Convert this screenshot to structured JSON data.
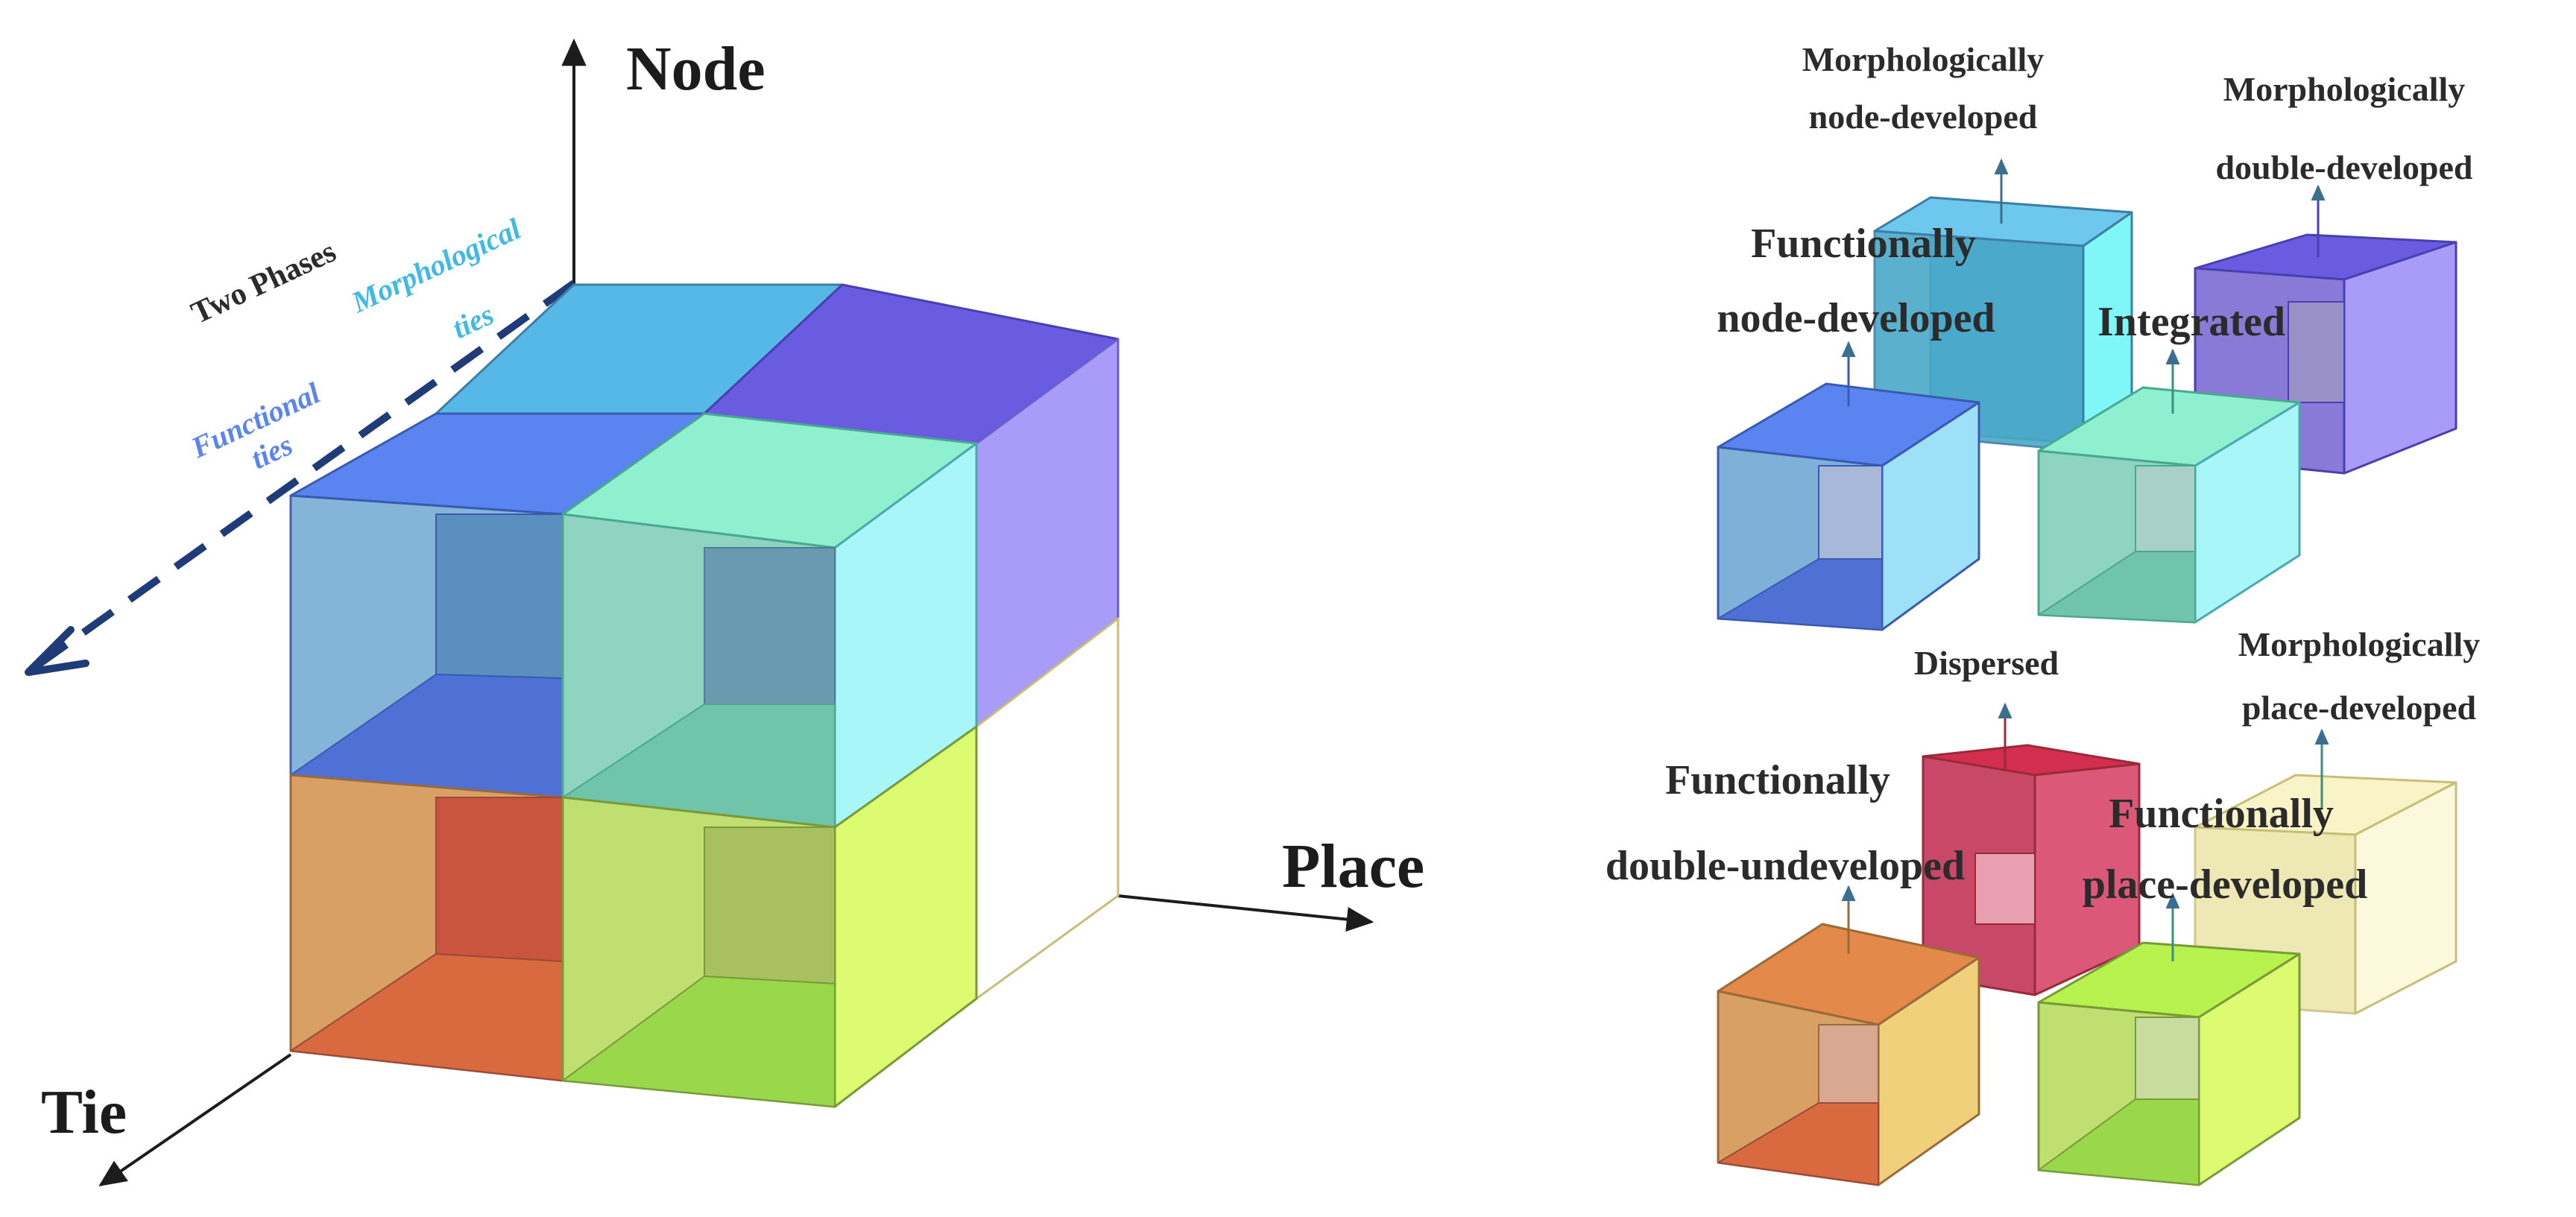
{
  "axes": {
    "node": "Node",
    "place": "Place",
    "tie": "Tie"
  },
  "phases": {
    "title": "Two Phases",
    "morphological": [
      "Morphological",
      "ties"
    ],
    "functional": [
      "Functional",
      "ties"
    ]
  },
  "categories": {
    "morph_node": [
      "Morphologically",
      "node-developed"
    ],
    "morph_double": [
      "Morphologically",
      "double-developed"
    ],
    "func_node": [
      "Functionally",
      "node-developed"
    ],
    "integrated": "Integrated",
    "dispersed": "Dispersed",
    "morph_place": [
      "Morphologically",
      "place-developed"
    ],
    "func_double_undev": [
      "Functionally",
      "double-undeveloped"
    ],
    "func_place": [
      "Functionally",
      "place-developed"
    ]
  },
  "colors": {
    "sky_blue": "#56b8e6",
    "royal_blue": "#5a85f0",
    "violet": "#6a5ce0",
    "aqua": "#7ef0ee",
    "mint": "#8ff0cf",
    "crimson": "#d42e4e",
    "orange": "#e3894a",
    "lime": "#c8f24e",
    "cream": "#f3edb0",
    "phase_arrow": "#1f3c78",
    "functional_text": "#5a85f0",
    "morphological_text": "#3fb9e6"
  }
}
